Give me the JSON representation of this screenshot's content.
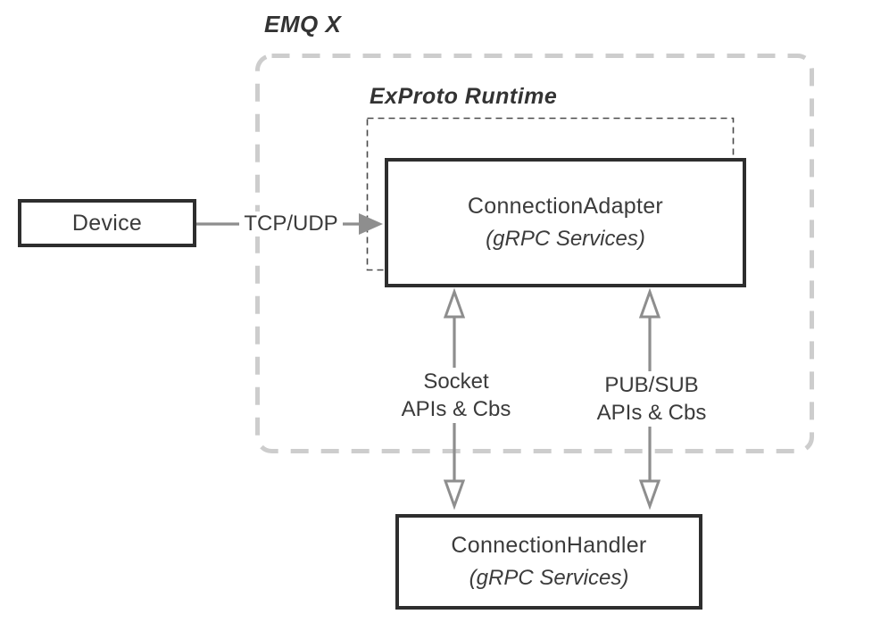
{
  "diagram": {
    "title": "EMQ X",
    "runtime_group_label": "ExProto Runtime",
    "nodes": {
      "device": {
        "label": "Device"
      },
      "adapter": {
        "label": "ConnectionAdapter",
        "sublabel": "(gRPC Services)"
      },
      "handler": {
        "label": "ConnectionHandler",
        "sublabel": "(gRPC Services)"
      }
    },
    "edges": {
      "tcp_udp": {
        "label": "TCP/UDP",
        "direction": "right",
        "from": "Device",
        "to": "ConnectionAdapter"
      },
      "socket": {
        "label_line1": "Socket",
        "label_line2": "APIs & Cbs",
        "direction": "both",
        "from": "ConnectionAdapter",
        "to": "ConnectionHandler"
      },
      "pubsub": {
        "label_line1": "PUB/SUB",
        "label_line2": "APIs & Cbs",
        "direction": "both",
        "from": "ConnectionAdapter",
        "to": "ConnectionHandler"
      }
    },
    "colors": {
      "box_border": "#2e2e2e",
      "text": "#3b3b3b",
      "arrow": "#8e8e8e",
      "outer_dash": "#cdcdcd",
      "inner_dash": "#4a4a4a",
      "background": "#ffffff"
    }
  }
}
